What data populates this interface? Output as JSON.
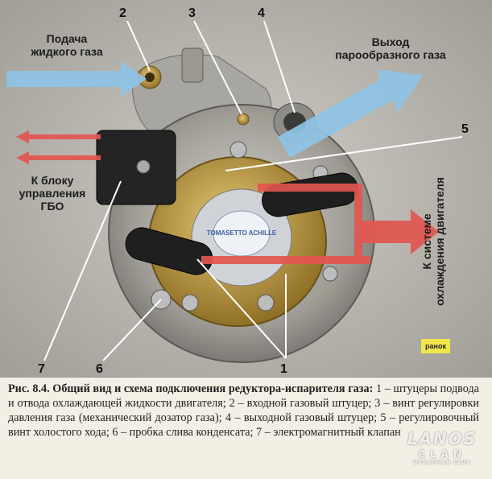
{
  "labels": {
    "liquid_gas_in": "Подача\nжидкого газа",
    "vapor_gas_out": "Выход\nпарообразного газа",
    "to_ecu": "К блоку\nуправления\nГБО",
    "to_cooling": "К системе\nохлаждения двигателя"
  },
  "callouts": [
    "1",
    "2",
    "3",
    "4",
    "5",
    "6",
    "7"
  ],
  "publisher_logo": "ранок",
  "device_text": "TOMASETTO ACHILLE",
  "caption": {
    "title": "Рис. 8.4. Общий вид и схема подключения редуктора-испарителя газа:",
    "body": " 1 – штуцеры подвода и отвода охлаждающей жидкости двигателя; 2 – входной газовый штуцер; 3 – винт регулировки давления газа (механический дозатор газа); 4 – выходной газовый штуцер; 5 – регулировочный винт холостого хода; 6 – пробка слива конденсата; 7 – электромагнитный клапан"
  },
  "watermark": {
    "line1": "LANOS",
    "line2": "CLAN",
    "line3": "UKRAINIAN CLUB"
  },
  "colors": {
    "arrow_blue": "#8fc3e6",
    "arrow_red": "#e2564f",
    "background": "#f3efe4"
  }
}
